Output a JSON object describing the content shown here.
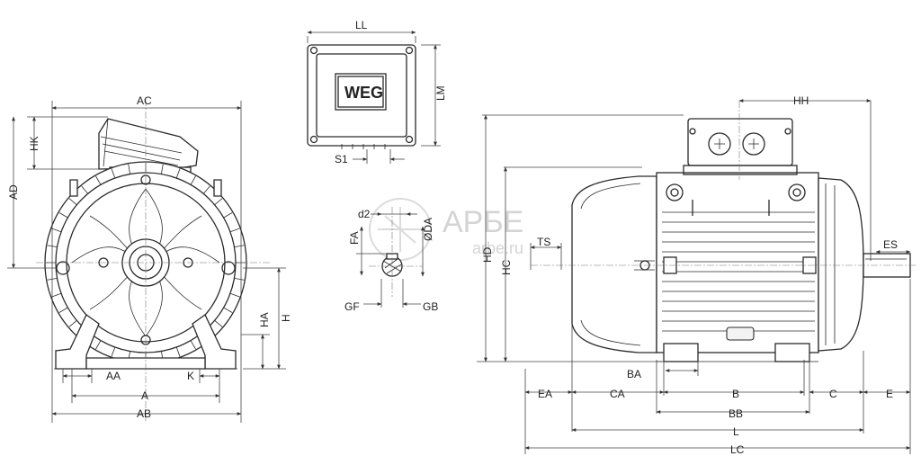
{
  "logo_text": "WEG",
  "watermark": {
    "main": "АРБЕ",
    "sub": "arbe.ru"
  },
  "labels": {
    "ac": "AC",
    "hk": "HK",
    "ad": "AD",
    "h": "H",
    "ha": "HA",
    "aa": "AA",
    "k": "K",
    "a": "A",
    "ab": "AB",
    "ll": "LL",
    "lm": "LM",
    "s1": "S1",
    "d2": "d2",
    "fa": "FA",
    "da": "ØDA",
    "gf": "GF",
    "gb": "GB",
    "hh": "HH",
    "hd": "HD",
    "hc": "HC",
    "ts": "TS",
    "es": "ES",
    "ba": "BA",
    "ea": "EA",
    "ca": "CA",
    "b": "B",
    "c": "C",
    "e": "E",
    "bb": "BB",
    "l": "L",
    "lc": "LC"
  }
}
